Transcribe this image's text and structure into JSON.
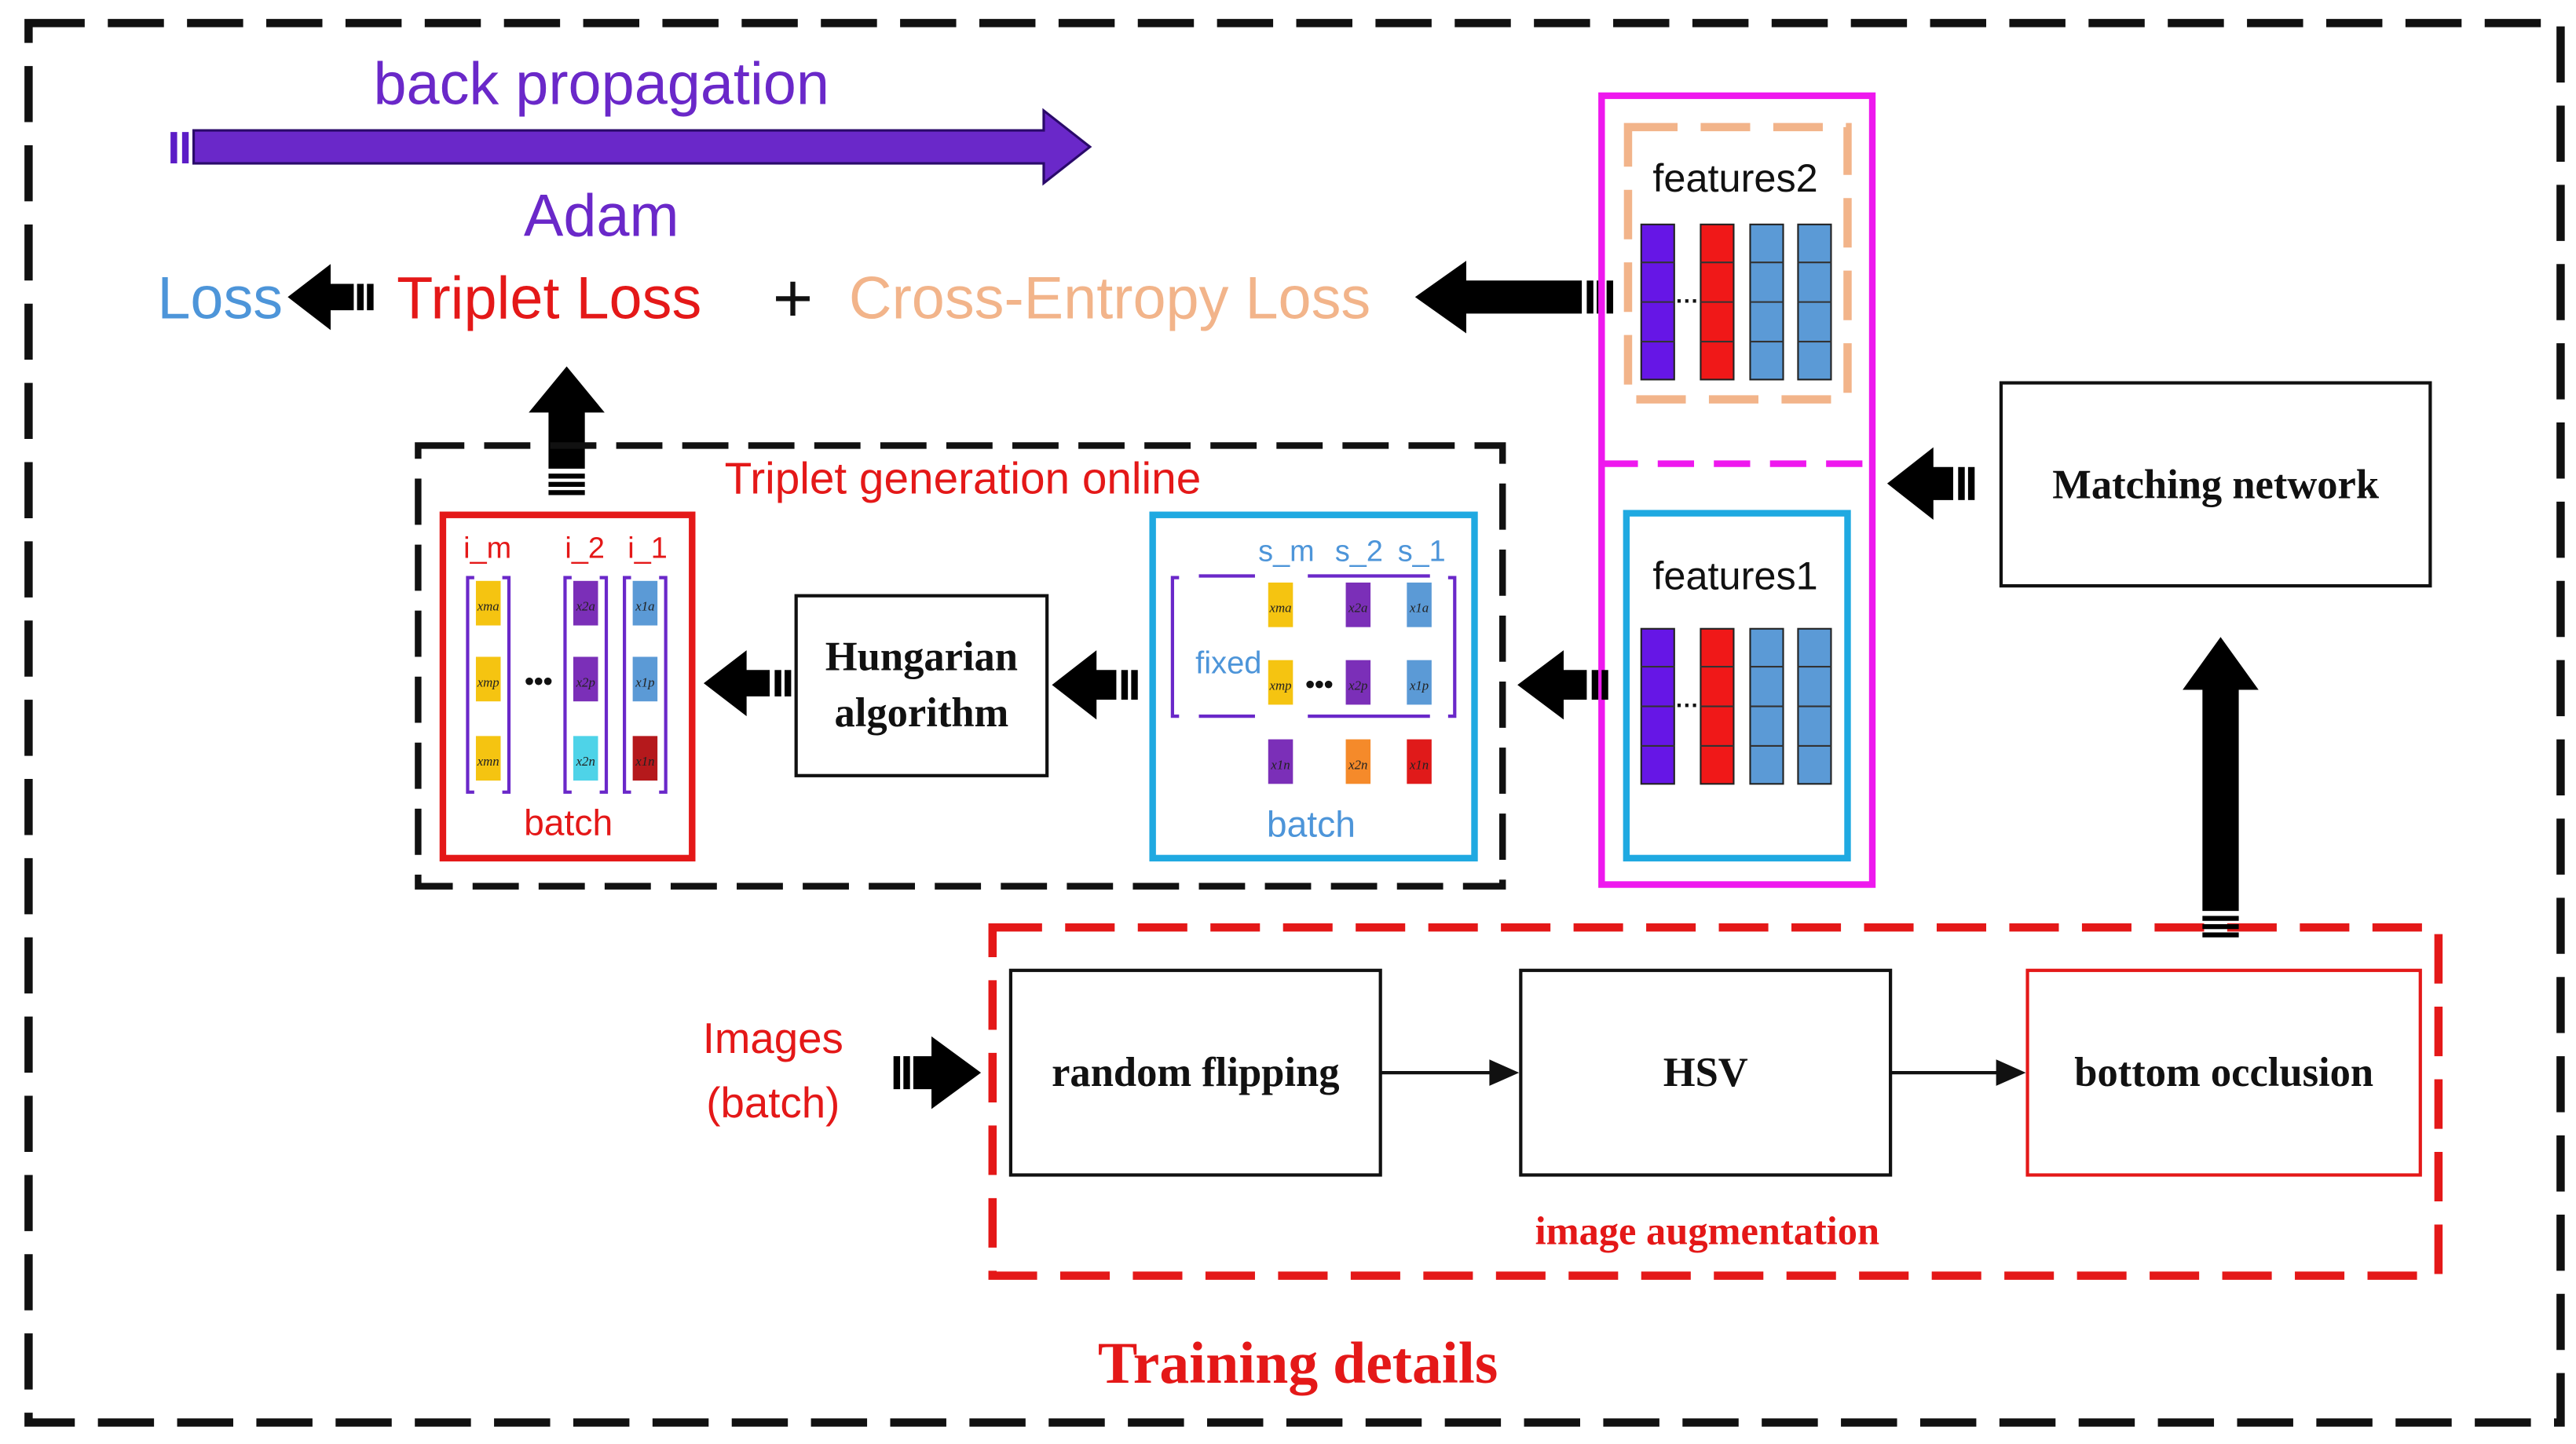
{
  "colors": {
    "outer_border": "#111111",
    "purple": "#6a28c9",
    "loss_blue": "#4d95d9",
    "red": "#e41818",
    "orange": "#f2b48a",
    "magenta": "#ee18ee",
    "cyan": "#1fa9e1",
    "feat_purple": "#6616e6",
    "feat_red": "#f01818",
    "feat_blue": "#5b9ad6",
    "yellow": "#f5c411",
    "tile_purple": "#7b2fb8",
    "tile_blue": "#5b9ad6",
    "tile_orange": "#f58a2a",
    "tile_red": "#e01a1a",
    "tile_cyan": "#4ed3e8",
    "tile_darkred": "#b5191c"
  },
  "top": {
    "back_propagation": "back propagation",
    "adam": "Adam",
    "loss": "Loss",
    "triplet_loss": "Triplet Loss",
    "plus": "+",
    "ce_loss": "Cross-Entropy Loss"
  },
  "features": {
    "features2": "features2",
    "features1": "features1",
    "dots": "···"
  },
  "matching": {
    "label": "Matching network"
  },
  "triplet": {
    "title": "Triplet generation online",
    "hungarian_line1": "Hungarian",
    "hungarian_line2": "algorithm",
    "left_batch": "batch",
    "right_batch": "batch",
    "fixed": "fixed",
    "col_labels_left": [
      "i_m",
      "i_2",
      "i_1"
    ],
    "col_labels_right": [
      "s_m",
      "s_2",
      "s_1"
    ],
    "dots": "•••",
    "left_tiles": [
      [
        "x_m^a",
        "x_2^a",
        "x_1^a"
      ],
      [
        "x_m^p",
        "x_2^p",
        "x_1^p"
      ],
      [
        "x_m^n",
        "x_2^n",
        "x_1^n"
      ]
    ],
    "right_tiles": [
      [
        "x_m^a",
        "x_2^a",
        "x_1^a"
      ],
      [
        "x_m^p",
        "x_2^p",
        "x_1^p"
      ],
      [
        "x_1^n",
        "x_2^n",
        "x_1^n"
      ]
    ]
  },
  "augmentation": {
    "images_line1": "Images",
    "images_line2": "(batch)",
    "random_flipping": "random flipping",
    "hsv": "HSV",
    "bottom_occlusion": "bottom occlusion",
    "title": "image augmentation"
  },
  "footer": {
    "training_details": "Training details"
  }
}
